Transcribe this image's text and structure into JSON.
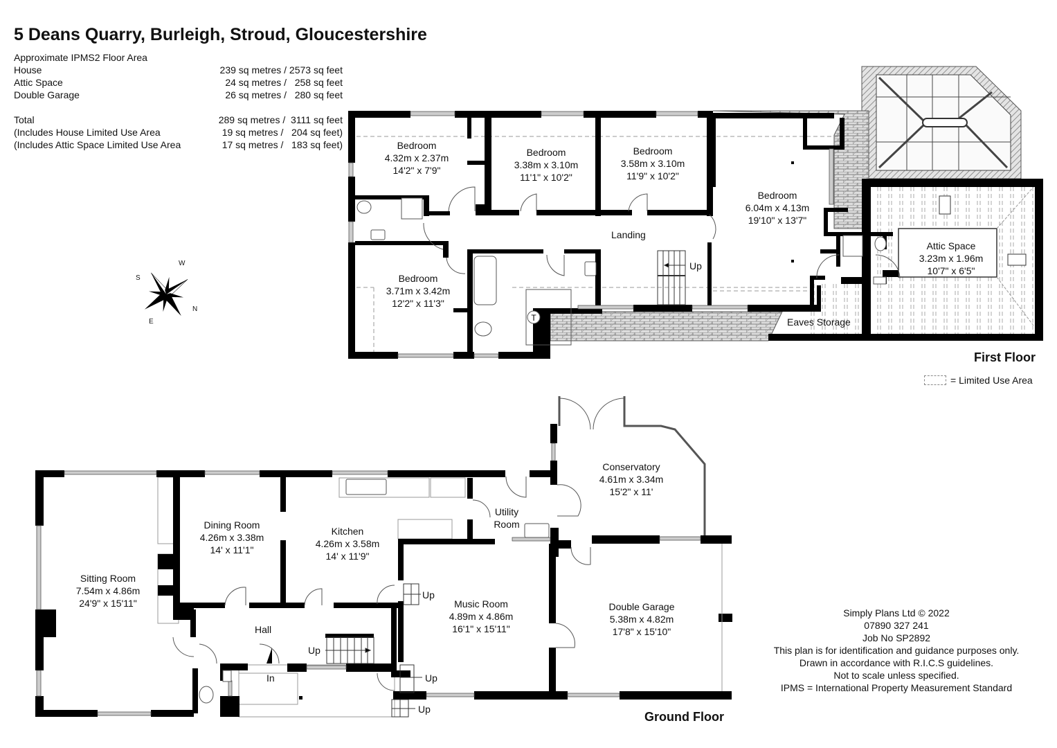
{
  "title": "5 Deans Quarry, Burleigh, Stroud, Gloucestershire",
  "area_summary": {
    "heading": "Approximate IPMS2 Floor Area",
    "rows": [
      {
        "label": "House",
        "value": "239 sq metres / 2573 sq feet"
      },
      {
        "label": "Attic Space",
        "value": "24 sq metres /   258 sq feet"
      },
      {
        "label": "Double Garage",
        "value": "26 sq metres /   280 sq feet"
      }
    ],
    "totals": [
      {
        "label": "Total",
        "value": "289 sq metres /  3111 sq feet"
      },
      {
        "label": "(Includes House Limited Use Area",
        "value": "19 sq metres /   204 sq feet)"
      },
      {
        "label": "(Includes Attic Space Limited Use Area",
        "value": "17 sq metres /   183 sq feet)"
      }
    ]
  },
  "compass": {
    "n": "N",
    "s": "S",
    "e": "E",
    "w": "W"
  },
  "first_floor": {
    "label": "First Floor",
    "rooms": [
      {
        "name": "Bedroom",
        "metric": "4.32m x 2.37m",
        "imperial": "14'2\" x 7'9\""
      },
      {
        "name": "Bedroom",
        "metric": "3.38m x 3.10m",
        "imperial": "11'1\" x 10'2\""
      },
      {
        "name": "Bedroom",
        "metric": "3.58m x 3.10m",
        "imperial": "11'9\" x 10'2\""
      },
      {
        "name": "Bedroom",
        "metric": "6.04m x 4.13m",
        "imperial": "19'10\" x 13'7\""
      },
      {
        "name": "Bedroom",
        "metric": "3.71m x 3.42m",
        "imperial": "12'2\" x 11'3\""
      },
      {
        "name": "Attic Space",
        "metric": "3.23m x 1.96m",
        "imperial": "10'7\" x 6'5\""
      }
    ],
    "landing": "Landing",
    "stairs_up": "Up",
    "eaves": "Eaves Storage",
    "tank_symbol": "T"
  },
  "ground_floor": {
    "label": "Ground Floor",
    "rooms": [
      {
        "name": "Sitting Room",
        "metric": "7.54m x 4.86m",
        "imperial": "24'9\" x 15'11\""
      },
      {
        "name": "Dining Room",
        "metric": "4.26m x 3.38m",
        "imperial": "14' x 11'1\""
      },
      {
        "name": "Kitchen",
        "metric": "4.26m x 3.58m",
        "imperial": "14' x 11'9\""
      },
      {
        "name": "Conservatory",
        "metric": "4.61m x 3.34m",
        "imperial": "15'2\" x 11'"
      },
      {
        "name": "Music Room",
        "metric": "4.89m x 4.86m",
        "imperial": "16'1\" x 15'11\""
      },
      {
        "name": "Double Garage",
        "metric": "5.38m x 4.82m",
        "imperial": "17'8\" x 15'10\""
      }
    ],
    "utility_line1": "Utility",
    "utility_line2": "Room",
    "hall": "Hall",
    "entrance": "In",
    "stairs_up": "Up"
  },
  "legend": {
    "text": "= Limited Use Area"
  },
  "credits": {
    "lines": [
      "Simply Plans Ltd © 2022",
      "07890 327 241",
      "Job No SP2892",
      "This plan is for identification and guidance purposes only.",
      "Drawn in accordance with R.I.C.S guidelines.",
      "Not to scale unless specified.",
      "IPMS = International Property Measurement Standard"
    ]
  }
}
